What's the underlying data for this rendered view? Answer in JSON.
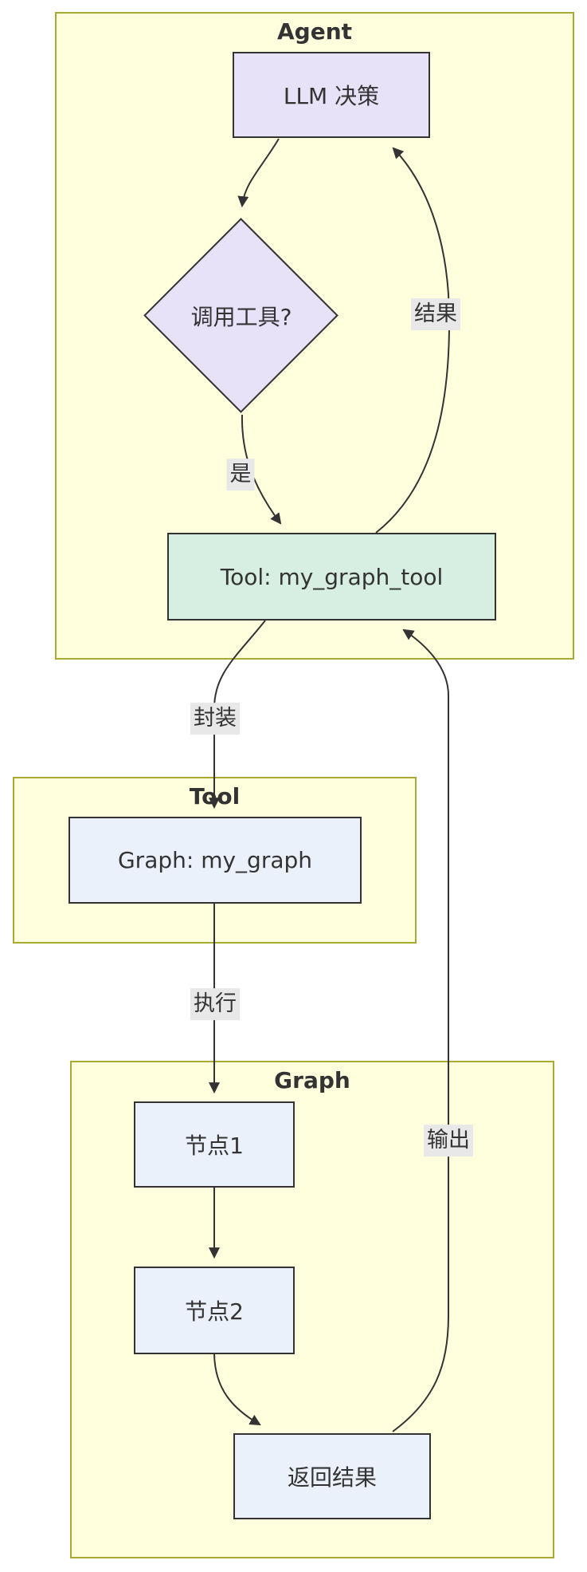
{
  "diagram": {
    "type": "flowchart",
    "clusters": {
      "agent": {
        "title": "Agent"
      },
      "tool": {
        "title": "Tool"
      },
      "graph": {
        "title": "Graph"
      }
    },
    "nodes": {
      "llm": {
        "label": "LLM 决策"
      },
      "decision": {
        "label": "调用工具?"
      },
      "tool_node": {
        "label": "Tool: my_graph_tool"
      },
      "graph_node": {
        "label": "Graph: my_graph"
      },
      "node1": {
        "label": "节点1"
      },
      "node2": {
        "label": "节点2"
      },
      "result_node": {
        "label": "返回结果"
      }
    },
    "edge_labels": {
      "yes": "是",
      "result": "结果",
      "wrap": "封装",
      "execute": "执行",
      "output": "输出"
    },
    "colors": {
      "cluster_fill": "#ffffde",
      "cluster_border": "#aaaa33",
      "node_border": "#333333",
      "lavender_fill": "#e8e2f9",
      "mint_fill": "#d7efe2",
      "blue_fill": "#ebf1fb",
      "edge_color": "#333333",
      "edge_label_bg": "#e8e8e8",
      "text_color": "#333333",
      "page_bg": "#ffffff"
    }
  }
}
